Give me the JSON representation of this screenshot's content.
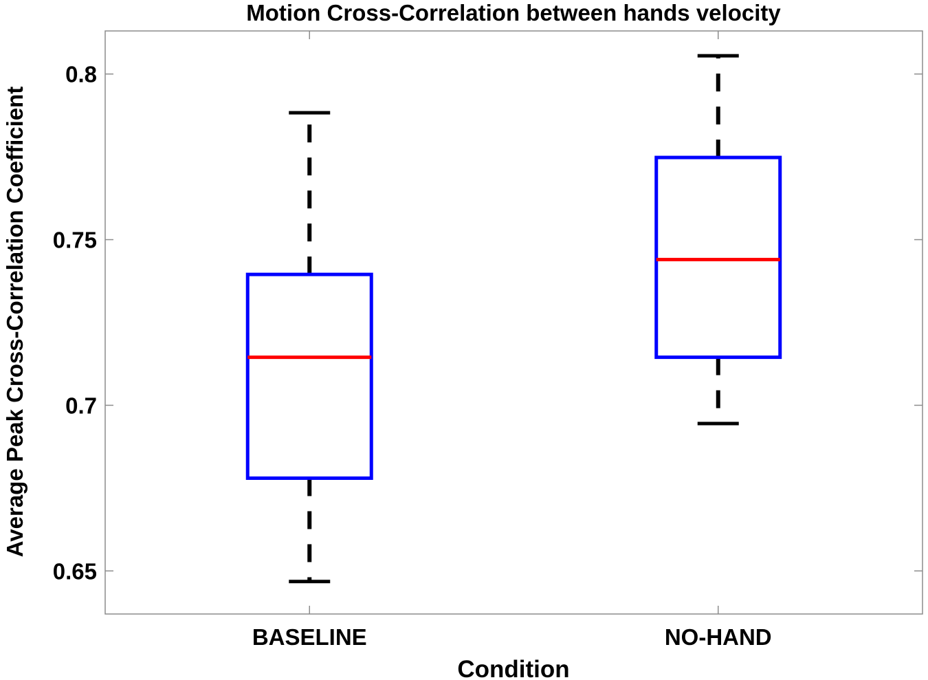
{
  "chart_data": {
    "type": "box",
    "title": "Motion Cross-Correlation between hands velocity",
    "xlabel": "Condition",
    "ylabel": "Average Peak Cross-Correlation Coefficient",
    "ylim": [
      0.637,
      0.813
    ],
    "yticks": [
      0.65,
      0.7,
      0.75,
      0.8
    ],
    "ytick_labels": [
      "0.65",
      "0.7",
      "0.75",
      "0.8"
    ],
    "categories": [
      "BASELINE",
      "NO-HAND"
    ],
    "boxes": [
      {
        "category": "BASELINE",
        "whisker_low": 0.6468,
        "q1": 0.678,
        "median": 0.7145,
        "q3": 0.7395,
        "whisker_high": 0.7883
      },
      {
        "category": "NO-HAND",
        "whisker_low": 0.6945,
        "q1": 0.7145,
        "median": 0.744,
        "q3": 0.7748,
        "whisker_high": 0.8055
      }
    ],
    "grid": false,
    "colors": {
      "box": "#0000ff",
      "median": "#ff0000",
      "whisker": "#000000",
      "axes": "#8c8c8c"
    }
  }
}
